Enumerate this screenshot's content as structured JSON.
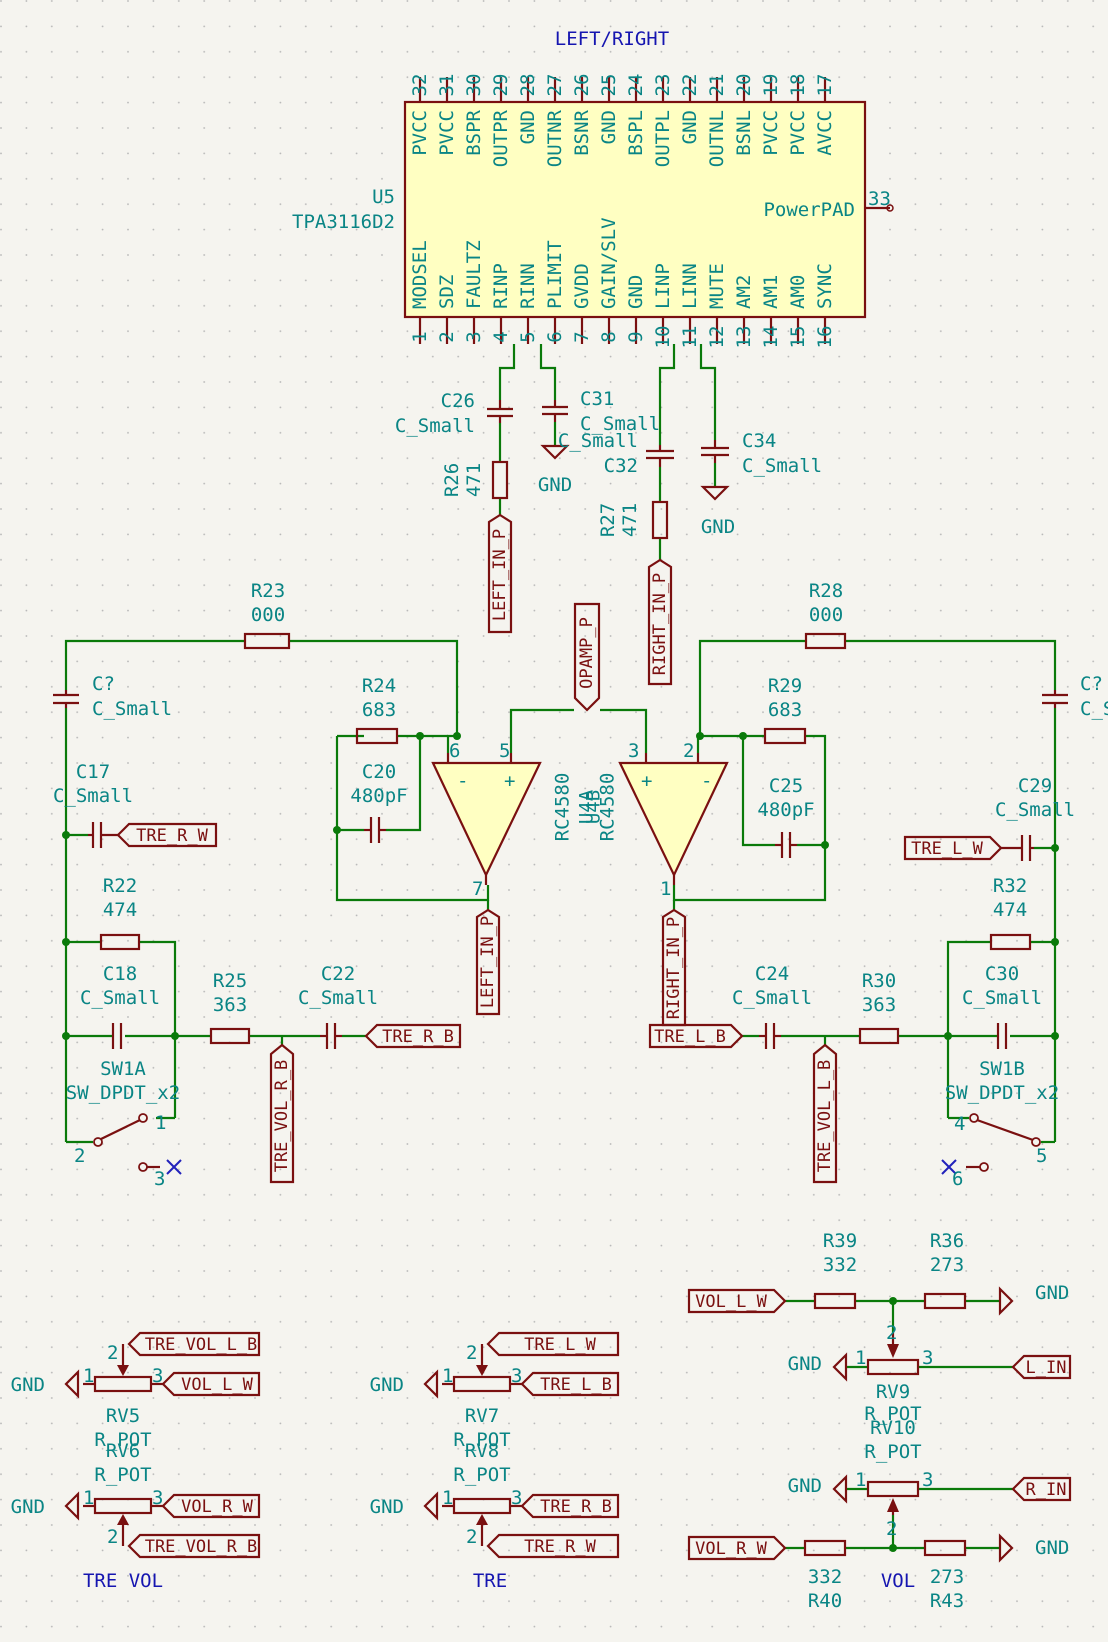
{
  "sheet_titles": {
    "top": "LEFT/RIGHT",
    "tre_vol": "TRE VOL",
    "tre": "TRE",
    "vol": "VOL"
  },
  "u5": {
    "ref": "U5",
    "value": "TPA3116D2",
    "top_pins": [
      [
        "32",
        "PVCC"
      ],
      [
        "31",
        "PVCC"
      ],
      [
        "30",
        "BSPR"
      ],
      [
        "29",
        "OUTPR"
      ],
      [
        "28",
        "GND"
      ],
      [
        "27",
        "OUTNR"
      ],
      [
        "26",
        "BSNR"
      ],
      [
        "25",
        "GND"
      ],
      [
        "24",
        "BSPL"
      ],
      [
        "23",
        "OUTPL"
      ],
      [
        "22",
        "GND"
      ],
      [
        "21",
        "OUTNL"
      ],
      [
        "20",
        "BSNL"
      ],
      [
        "19",
        "PVCC"
      ],
      [
        "18",
        "PVCC"
      ],
      [
        "17",
        "AVCC"
      ]
    ],
    "bottom_pins": [
      [
        "1",
        "MODSEL"
      ],
      [
        "2",
        "SDZ"
      ],
      [
        "3",
        "FAULTZ"
      ],
      [
        "4",
        "RINP"
      ],
      [
        "5",
        "RINN"
      ],
      [
        "6",
        "PLIMIT"
      ],
      [
        "7",
        "GVDD"
      ],
      [
        "8",
        "GAIN/SLV"
      ],
      [
        "9",
        "GND"
      ],
      [
        "10",
        "LINP"
      ],
      [
        "11",
        "LINN"
      ],
      [
        "12",
        "MUTE"
      ],
      [
        "13",
        "AM2"
      ],
      [
        "14",
        "AM1"
      ],
      [
        "15",
        "AM0"
      ],
      [
        "16",
        "SYNC"
      ]
    ],
    "pad_pin": "33",
    "pad_name": "PowerPAD"
  },
  "opamp": {
    "ref_a": "U4A",
    "ref_b": "U4B",
    "value": "RC4580"
  },
  "labels": {
    "gnd": "GND",
    "c_small": "C_Small",
    "r_pot": "R_POT",
    "sw": "SW_DPDT_x2"
  },
  "ref": {
    "C26": "C26",
    "C31": "C31",
    "C32": "C32",
    "C34": "C34",
    "R26": "R26",
    "R27": "R27",
    "R23": "R23",
    "R28": "R28",
    "Cq": "C?",
    "R24": "R24",
    "R29": "R29",
    "C20": "C20",
    "C25": "C25",
    "C17": "C17",
    "C29": "C29",
    "R22": "R22",
    "R32": "R32",
    "C18": "C18",
    "C30": "C30",
    "R25": "R25",
    "R30": "R30",
    "C22": "C22",
    "C24": "C24",
    "SW1A": "SW1A",
    "SW1B": "SW1B",
    "R39": "R39",
    "R36": "R36",
    "RV9": "RV9",
    "RV10": "RV10",
    "R40": "R40",
    "R43": "R43",
    "RV5": "RV5",
    "RV6": "RV6",
    "RV7": "RV7",
    "RV8": "RV8"
  },
  "val": {
    "471": "471",
    "000": "000",
    "683": "683",
    "480pF": "480pF",
    "474": "474",
    "363": "363",
    "332": "332",
    "273": "273"
  },
  "nets": {
    "LEFT_IN_P": "LEFT_IN_P",
    "RIGHT_IN_P": "RIGHT_IN_P",
    "OPAMP_P": "OPAMP_P",
    "TRE_R_W": "TRE_R_W",
    "TRE_L_W": "TRE_L_W",
    "TRE_R_B": "TRE_R_B",
    "TRE_L_B": "TRE_L_B",
    "TRE_VOL_R_B": "TRE_VOL_R_B",
    "TRE_VOL_L_B": "TRE_VOL_L_B",
    "VOL_L_W": "VOL_L_W",
    "VOL_R_W": "VOL_R_W",
    "L_IN": "L_IN",
    "R_IN": "R_IN"
  },
  "pinnums": {
    "p1": "1",
    "p2": "2",
    "p3": "3",
    "p4": "4",
    "p5": "5",
    "p6": "6",
    "p7": "7",
    "minus": "-",
    "plus": "+"
  }
}
